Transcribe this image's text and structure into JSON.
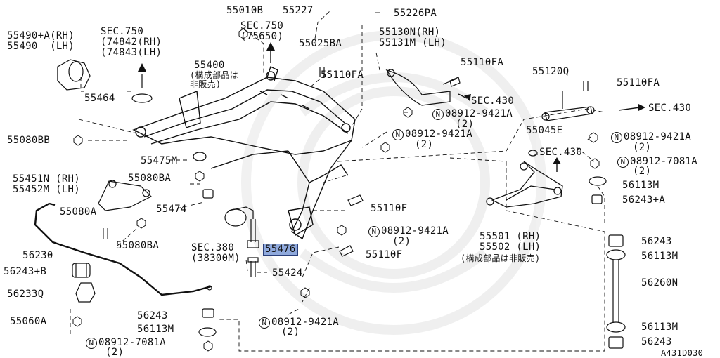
{
  "diagram": {
    "code": "A431D030",
    "note_not_sold": "(構成部品は\n非販売)",
    "note_not_sold_inline": "(構成部品は非販売)",
    "highlight_color": "#8fa9dc"
  },
  "parts": {
    "p55490": "55490+A(RH)\n55490  (LH)",
    "sec750_a": "SEC.750\n(74842(RH)\n(74843(LH)",
    "p55010B": "55010B",
    "p55227": "55227",
    "p55226PA": "55226PA",
    "sec750_b": "SEC.750\n(75650)",
    "p55025BA": "55025BA",
    "p55130N": "55130N(RH)\n55131M (LH)",
    "p55400": "55400",
    "p55110FA_a": "55110FA",
    "p55110FA_b": "55110FA",
    "p55110FA_c": "55110FA",
    "p55120Q": "55120Q",
    "p55464": "55464",
    "sec430_a": "SEC.430",
    "sec430_b": "SEC.430",
    "sec430_c": "SEC.430",
    "p08912_9421A_a": "08912-9421A",
    "p08912_9421A_a_qty": "(2)",
    "p08912_9421A_b": "08912-9421A",
    "p08912_9421A_b_qty": "(2)",
    "p08912_9421A_c": "08912-9421A",
    "p08912_9421A_c_qty": "(2)",
    "p08912_9421A_d": "08912-9421A",
    "p08912_9421A_d_qty": "(2)",
    "p08912_9421A_e": "08912-9421A",
    "p08912_9421A_e_qty": "(2)",
    "p08912_7081A_a": "08912-7081A",
    "p08912_7081A_a_qty": "(2)",
    "p08912_7081A_b": "08912-7081A",
    "p08912_7081A_b_qty": "(2)",
    "p55080BB": "55080BB",
    "p55475M": "55475M",
    "p55045E": "55045E",
    "p55451N": "55451N (RH)\n55452M (LH)",
    "p55080BA_a": "55080BA",
    "p55080BA_b": "55080BA",
    "p56113M_a": "56113M",
    "p56113M_b": "56113M",
    "p56113M_c": "56113M",
    "p56113M_d": "56113M",
    "p55474": "55474",
    "p56243A": "56243+A",
    "p55080A": "55080A",
    "p55110F_a": "55110F",
    "p55110F_b": "55110F",
    "p55501": "55501 (RH)\n55502 (LH)",
    "p56243_a": "56243",
    "p56243_b": "56243",
    "p56243_c": "56243",
    "p56230": "56230",
    "sec380": "SEC.380\n(38300M)",
    "p55476": "55476",
    "p56243B": "56243+B",
    "p55424": "55424",
    "p56260N": "56260N",
    "p56233Q": "56233Q",
    "p55060A": "55060A",
    "circle_n": "N"
  }
}
